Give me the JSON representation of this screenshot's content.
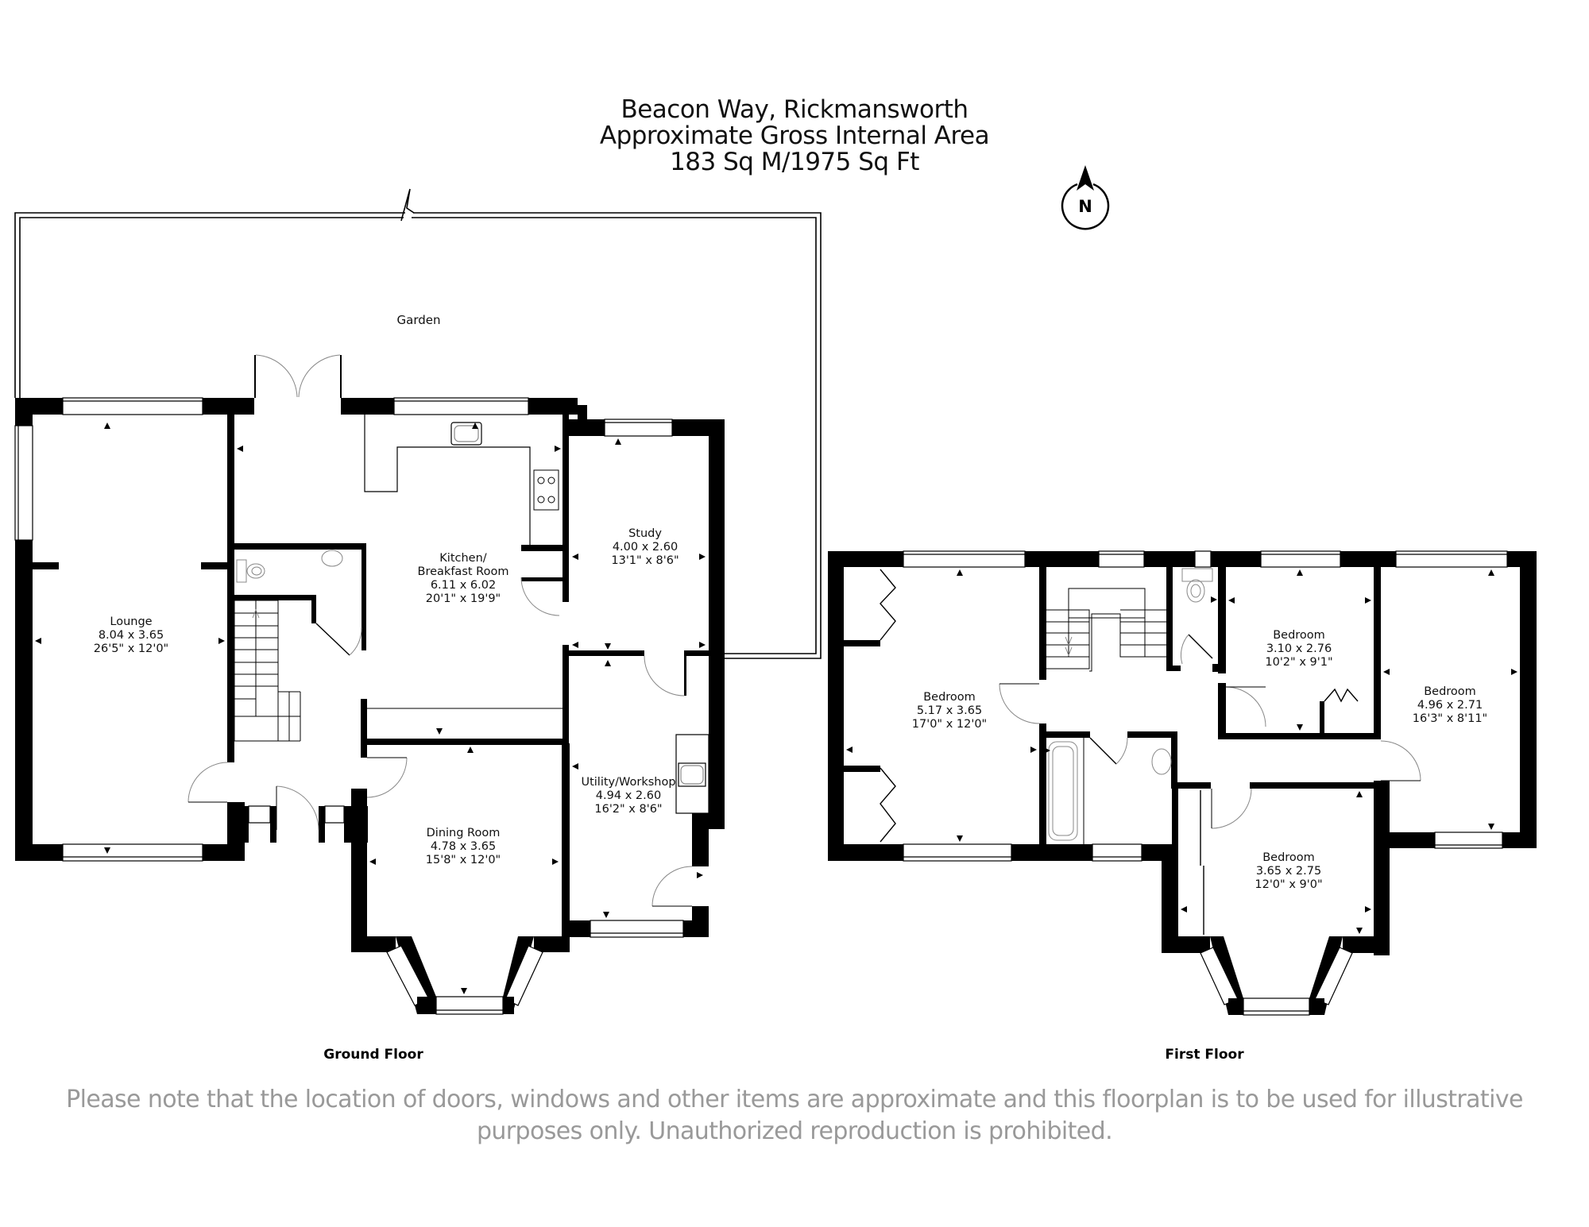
{
  "header": {
    "address": "Beacon Way, Rickmansworth",
    "area_label": "Approximate Gross Internal Area",
    "area_value": "183 Sq M/1975 Sq Ft"
  },
  "compass": {
    "label": "N",
    "icon": "north-arrow-icon"
  },
  "ground_floor": {
    "label": "Ground Floor",
    "garden_label": "Garden",
    "rooms": [
      {
        "name": "Lounge",
        "metric": "8.04 x 3.65",
        "imperial": "26'5\" x 12'0\""
      },
      {
        "name_line1": "Kitchen/",
        "name": "Breakfast Room",
        "metric": "6.11 x 6.02",
        "imperial": "20'1\" x 19'9\""
      },
      {
        "name": "Study",
        "metric": "4.00 x 2.60",
        "imperial": "13'1\" x 8'6\""
      },
      {
        "name": "Utility/Workshop",
        "metric": "4.94 x 2.60",
        "imperial": "16'2\" x 8'6\""
      },
      {
        "name": "Dining Room",
        "metric": "4.78 x 3.65",
        "imperial": "15'8\" x 12'0\""
      }
    ]
  },
  "first_floor": {
    "label": "First Floor",
    "rooms": [
      {
        "name": "Bedroom",
        "metric": "5.17 x 3.65",
        "imperial": "17'0\" x 12'0\""
      },
      {
        "name": "Bedroom",
        "metric": "3.10 x 2.76",
        "imperial": "10'2\" x 9'1\""
      },
      {
        "name": "Bedroom",
        "metric": "4.96 x 2.71",
        "imperial": "16'3\" x 8'11\""
      },
      {
        "name": "Bedroom",
        "metric": "3.65 x 2.75",
        "imperial": "12'0\" x 9'0\""
      }
    ]
  },
  "disclaimer": {
    "line1": "Please note that the location of doors, windows and other items are approximate and this floorplan is to be used for illustrative",
    "line2": "purposes only. Unauthorized reproduction is prohibited."
  },
  "colors": {
    "wall": "#000000",
    "text": "#111111",
    "disclaimer": "#999999"
  }
}
